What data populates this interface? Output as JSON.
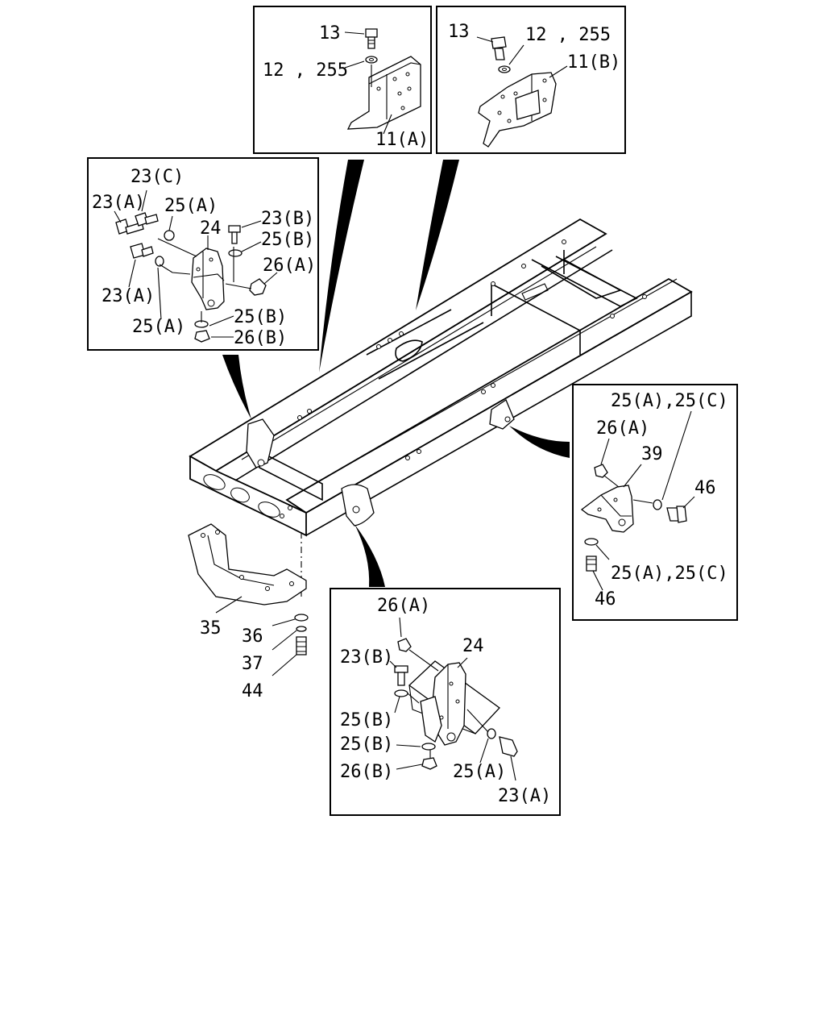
{
  "callouts": {
    "box_11a": {
      "l13": "13",
      "l12_255": "12 , 255",
      "l11a": "11(A)"
    },
    "box_11b": {
      "l13": "13",
      "l12_255": "12 , 255",
      "l11b": "11(B)"
    },
    "box_left": {
      "l23c": "23(C)",
      "l23a_top": "23(A)",
      "l25a_top": "25(A)",
      "l24": "24",
      "l23b": "23(B)",
      "l25b_top": "25(B)",
      "l26a": "26(A)",
      "l23a_bottom": "23(A)",
      "l25b_bottom": "25(B)",
      "l25a_bottom": "25(A)",
      "l26b": "26(B)"
    },
    "box_right": {
      "l25ac_top": "25(A),25(C)",
      "l26a": "26(A)",
      "l39": "39",
      "l46_top": "46",
      "l25ac_bottom": "25(A),25(C)",
      "l46_bottom": "46"
    },
    "box_bottom": {
      "l26a": "26(A)",
      "l24": "24",
      "l23b": "23(B)",
      "l25b_1": "25(B)",
      "l25b_2": "25(B)",
      "l26b": "26(B)",
      "l25a": "25(A)",
      "l23a": "23(A)"
    },
    "main": {
      "l35": "35",
      "l36": "36",
      "l37": "37",
      "l44": "44"
    }
  }
}
